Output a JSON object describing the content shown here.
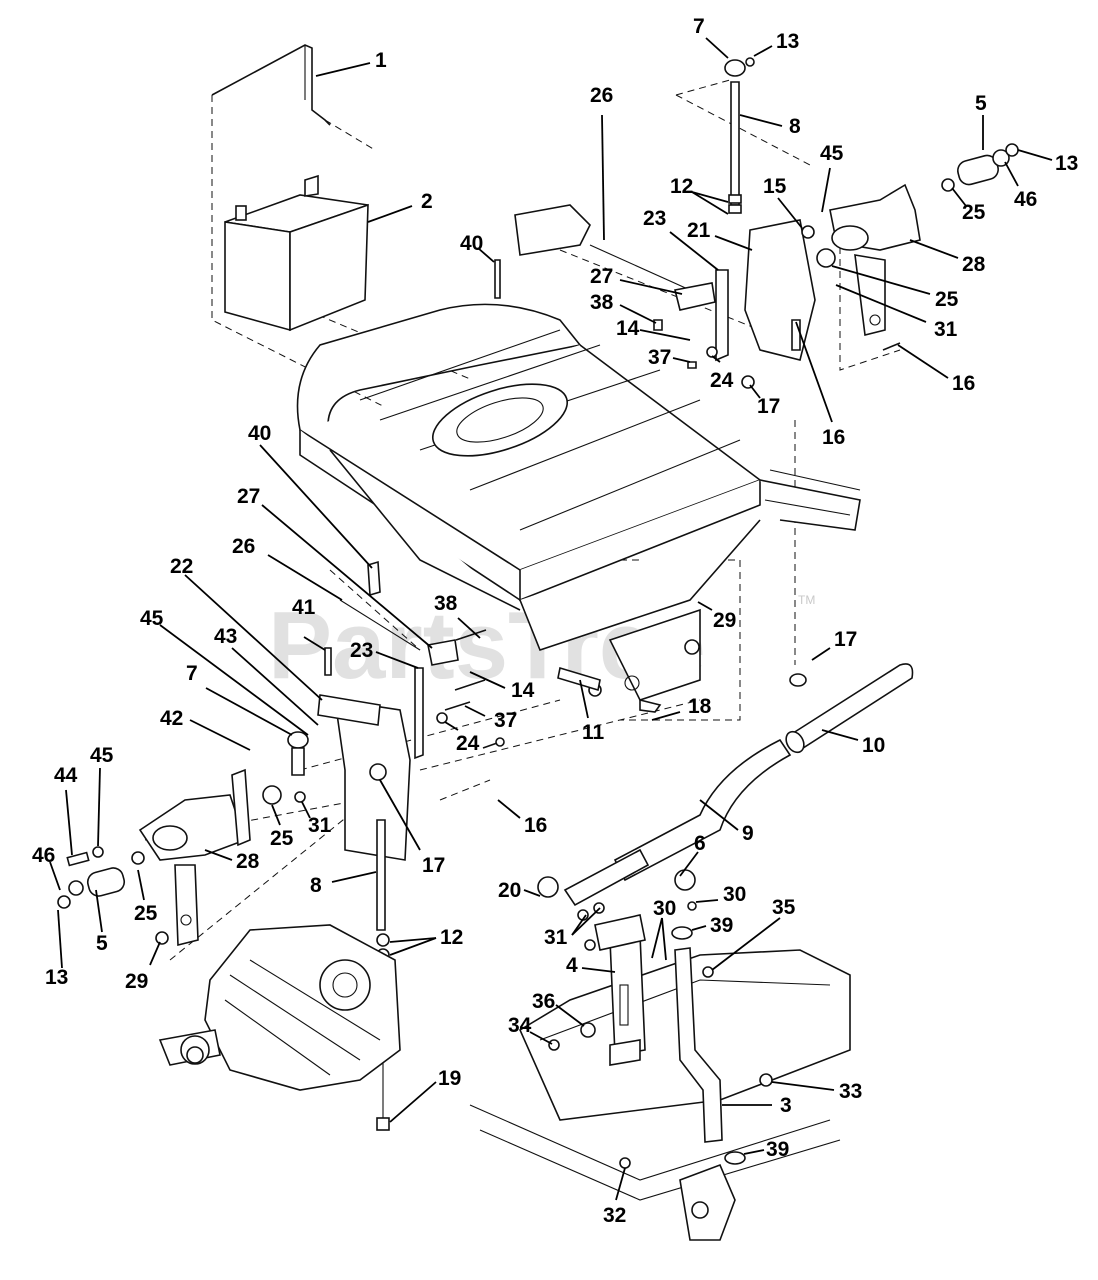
{
  "watermark": {
    "text": "PartsTree",
    "trademark": "TM"
  },
  "callouts": [
    {
      "label": "1"
    },
    {
      "label": "2"
    },
    {
      "label": "7"
    },
    {
      "label": "13"
    },
    {
      "label": "8"
    },
    {
      "label": "26"
    },
    {
      "label": "40"
    },
    {
      "label": "12"
    },
    {
      "label": "15"
    },
    {
      "label": "45"
    },
    {
      "label": "5"
    },
    {
      "label": "13"
    },
    {
      "label": "46"
    },
    {
      "label": "25"
    },
    {
      "label": "23"
    },
    {
      "label": "21"
    },
    {
      "label": "28"
    },
    {
      "label": "27"
    },
    {
      "label": "25"
    },
    {
      "label": "38"
    },
    {
      "label": "31"
    },
    {
      "label": "14"
    },
    {
      "label": "37"
    },
    {
      "label": "24"
    },
    {
      "label": "17"
    },
    {
      "label": "16"
    },
    {
      "label": "16"
    },
    {
      "label": "40"
    },
    {
      "label": "27"
    },
    {
      "label": "26"
    },
    {
      "label": "22"
    },
    {
      "label": "45"
    },
    {
      "label": "41"
    },
    {
      "label": "43"
    },
    {
      "label": "38"
    },
    {
      "label": "29"
    },
    {
      "label": "23"
    },
    {
      "label": "17"
    },
    {
      "label": "7"
    },
    {
      "label": "14"
    },
    {
      "label": "42"
    },
    {
      "label": "18"
    },
    {
      "label": "37"
    },
    {
      "label": "10"
    },
    {
      "label": "24"
    },
    {
      "label": "11"
    },
    {
      "label": "44"
    },
    {
      "label": "45"
    },
    {
      "label": "31"
    },
    {
      "label": "25"
    },
    {
      "label": "16"
    },
    {
      "label": "9"
    },
    {
      "label": "46"
    },
    {
      "label": "28"
    },
    {
      "label": "17"
    },
    {
      "label": "6"
    },
    {
      "label": "25"
    },
    {
      "label": "8"
    },
    {
      "label": "20"
    },
    {
      "label": "30"
    },
    {
      "label": "13"
    },
    {
      "label": "5"
    },
    {
      "label": "30"
    },
    {
      "label": "39"
    },
    {
      "label": "35"
    },
    {
      "label": "31"
    },
    {
      "label": "12"
    },
    {
      "label": "29"
    },
    {
      "label": "4"
    },
    {
      "label": "36"
    },
    {
      "label": "34"
    },
    {
      "label": "19"
    },
    {
      "label": "33"
    },
    {
      "label": "3"
    },
    {
      "label": "39"
    },
    {
      "label": "32"
    }
  ]
}
